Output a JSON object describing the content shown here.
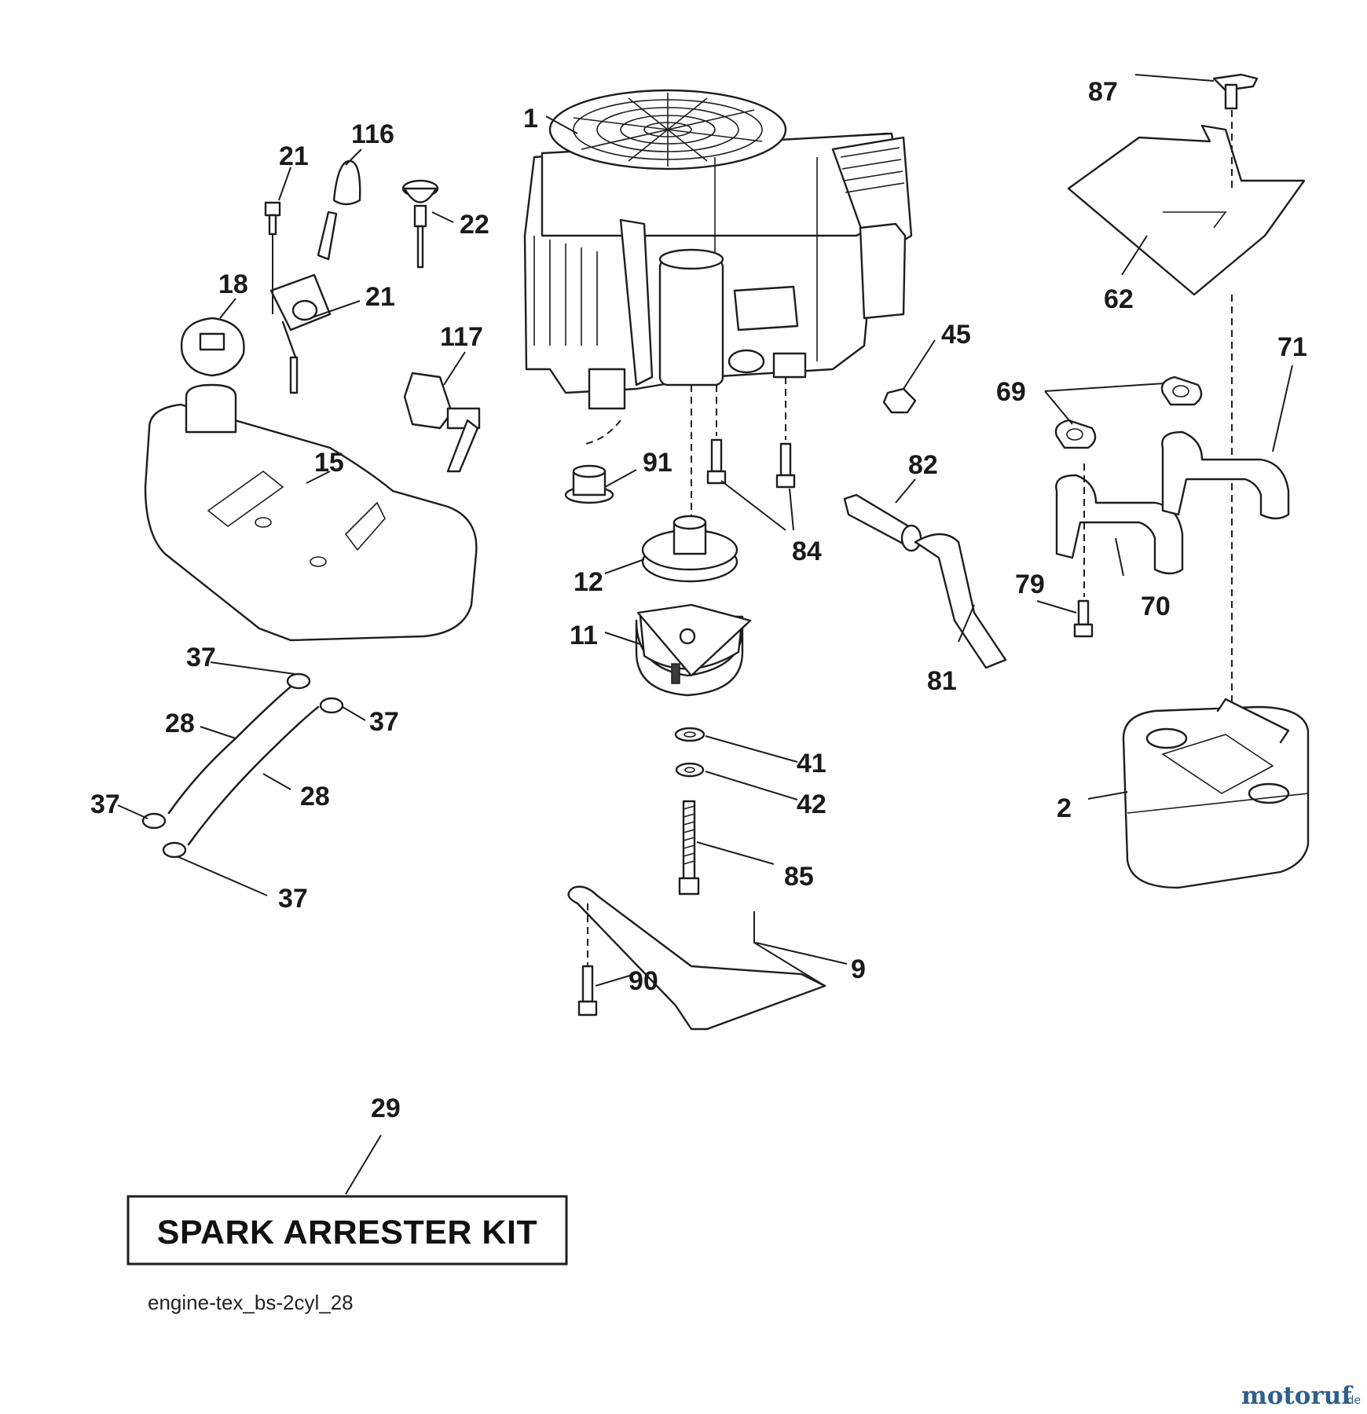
{
  "diagram": {
    "callouts": {
      "engine": "1",
      "muffler": "2",
      "clutch_rod": "9",
      "pto_clutch": "11",
      "pulley": "12",
      "fuel_tank": "15",
      "fuel_cap": "18",
      "screw_top": "21",
      "screw_bracket": "21",
      "choke_knob": "22",
      "fuel_line_a": "28",
      "fuel_line_b": "28",
      "spark_kit": "29",
      "clamp_1": "37",
      "clamp_2": "37",
      "clamp_3": "37",
      "clamp_4": "37",
      "washer_41": "41",
      "washer_42": "42",
      "nut_45": "45",
      "heat_shield": "62",
      "gasket": "69",
      "exhaust_pipe_left": "70",
      "exhaust_pipe_right": "71",
      "bolt_79": "79",
      "oil_drain_tube": "81",
      "oil_drain_valve": "82",
      "bolt_84": "84",
      "bolt_85": "85",
      "shield_bolt": "87",
      "bolt_90": "90",
      "bushing": "91",
      "throttle_knob": "116",
      "fuel_valve": "117"
    },
    "kit_label": "SPARK ARRESTER KIT",
    "caption": "engine-tex_bs-2cyl_28",
    "watermark": {
      "main": "motoruf",
      "suffix": ".de",
      "color": "#2f5f8a"
    }
  }
}
